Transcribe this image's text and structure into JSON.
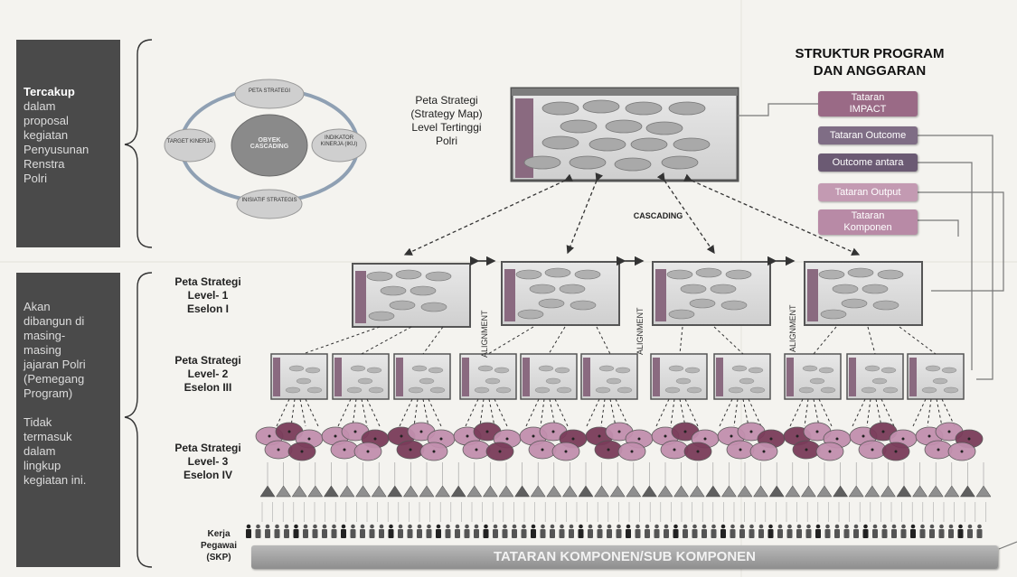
{
  "left_boxes": {
    "top": {
      "bold": "Tercakup",
      "lines": [
        "dalam",
        "proposal",
        "kegiatan",
        "Penyusunan",
        "Renstra",
        "Polri"
      ]
    },
    "bottom": {
      "lines_a": [
        "Akan",
        "dibangun di",
        "masing-",
        "masing",
        "jajaran Polri",
        "(Pemegang",
        "Program)"
      ],
      "lines_b": [
        "Tidak",
        "termasuk",
        "dalam",
        "lingkup",
        "kegiatan ini."
      ]
    }
  },
  "cycle": {
    "center": "OBYEK CASCADING",
    "top": "PETA STRATEGI",
    "right": "INDIKATOR KINERJA (IKU)",
    "bottom": "INISIATIF STRATEGIS",
    "left": "TARGET KINERJA"
  },
  "top_map_label": [
    "Peta Strategi",
    "(Strategy Map)",
    "Level Tertinggi",
    "Polri"
  ],
  "struktur": {
    "title": [
      "STRUKTUR PROGRAM",
      "DAN ANGGARAN"
    ],
    "items": [
      {
        "lines": [
          "Tataran",
          "IMPACT"
        ],
        "color": "#9a6a86"
      },
      {
        "lines": [
          "Tataran Outcome"
        ],
        "color": "#7f6d85"
      },
      {
        "lines": [
          "Outcome antara"
        ],
        "color": "#6b5a73"
      },
      {
        "lines": [
          "Tataran Output"
        ],
        "color": "#c39ab2"
      },
      {
        "lines": [
          "Tataran",
          "Komponen"
        ],
        "color": "#b88aa6"
      }
    ]
  },
  "cascading_label": "CASCADING",
  "alignment_label": "ALIGNMENT",
  "level_labels": {
    "level1": [
      "Peta Strategi",
      "Level- 1",
      "Eselon I"
    ],
    "level2": [
      "Peta Strategi",
      "Level- 2",
      "Eselon III"
    ],
    "level3": [
      "Peta Strategi",
      "Level- 3",
      "Eselon IV"
    ],
    "kerja": [
      "Kerja",
      "Pegawai",
      "(SKP)"
    ]
  },
  "bottom_bar": "TATARAN KOMPONEN/SUB KOMPONEN",
  "colors": {
    "dark_box": "#4a4a4a",
    "ellipse_pink": "#c28fae",
    "ellipse_dark": "#7a3c5a",
    "map_frame": "#555555"
  }
}
